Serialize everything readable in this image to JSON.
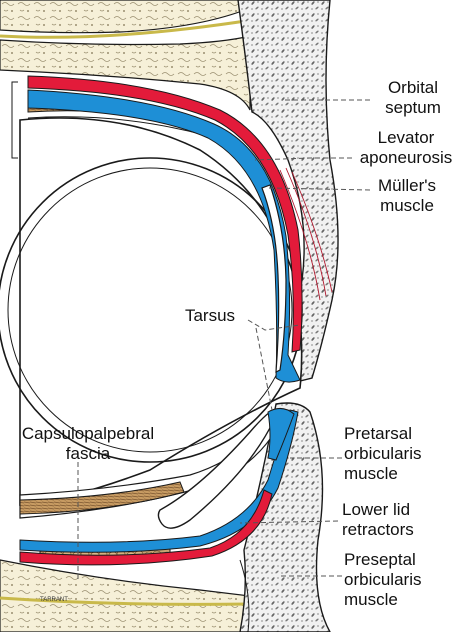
{
  "figure": {
    "artist_signature": "TARRANT",
    "colors": {
      "septum_red": "#e31b3a",
      "muscle_blue": "#1e8fd6",
      "fascia_tan": "#c9a574",
      "bone_fill": "#f6f0d8",
      "skin_fill": "#f1f1f1",
      "outline": "#1a1a1a",
      "leader": "#555555"
    }
  },
  "labels": {
    "orbital_septum": [
      "Orbital",
      "septum"
    ],
    "levator_aponeurosis": [
      "Levator",
      "aponeurosis"
    ],
    "muller_muscle": [
      "Müller's",
      "muscle"
    ],
    "tarsus": [
      "Tarsus"
    ],
    "capsulopalpebral_fascia": [
      "Capsulopalpebral",
      "fascia"
    ],
    "pretarsal_orbicularis": [
      "Pretarsal",
      "orbicularis",
      "muscle"
    ],
    "lower_lid_retractors": [
      "Lower lid",
      "retractors"
    ],
    "preseptal_orbicularis": [
      "Preseptal",
      "orbicularis",
      "muscle"
    ]
  }
}
